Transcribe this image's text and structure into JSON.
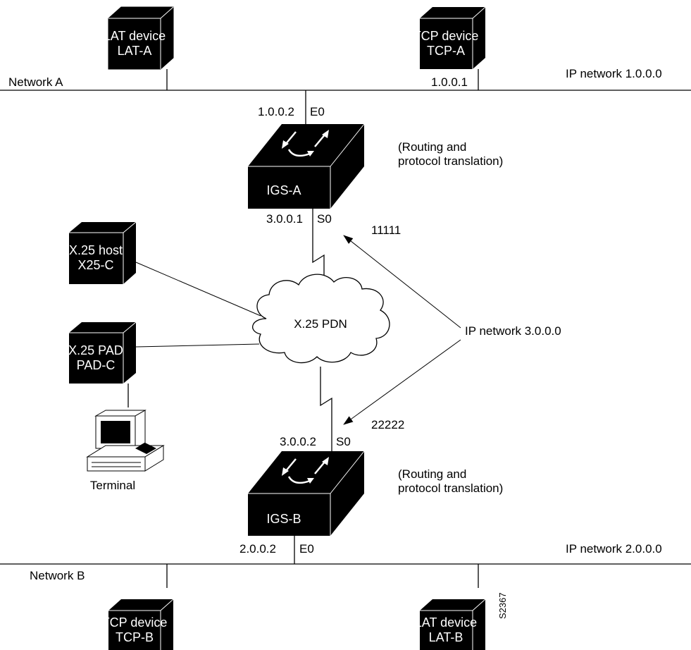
{
  "networks": {
    "network_a": {
      "label": "Network A",
      "ip_label": "IP network 1.0.0.0"
    },
    "network_b": {
      "label": "Network B",
      "ip_label": "IP network 2.0.0.0"
    },
    "network_3": {
      "ip_label": "IP network 3.0.0.0"
    }
  },
  "devices": {
    "lat_a": {
      "line1": "LAT device",
      "line2": "LAT-A"
    },
    "tcp_a": {
      "line1": "TCP device",
      "line2": "TCP-A",
      "address": "1.0.0.1"
    },
    "x25_host": {
      "line1": "X.25 host",
      "line2": "X25-C"
    },
    "x25_pad": {
      "line1": "X.25 PAD",
      "line2": "PAD-C"
    },
    "terminal": {
      "label": "Terminal"
    },
    "tcp_b": {
      "line1": "TCP device",
      "line2": "TCP-B"
    },
    "lat_b": {
      "line1": "LAT device",
      "line2": "LAT-B"
    }
  },
  "routers": {
    "igs_a": {
      "name": "IGS-A",
      "note_line1": "(Routing and",
      "note_line2": "protocol translation)",
      "e0_address": "1.0.0.2",
      "e0_label": "E0",
      "s0_address": "3.0.0.1",
      "s0_label": "S0",
      "x121": "11111"
    },
    "igs_b": {
      "name": "IGS-B",
      "note_line1": "(Routing and",
      "note_line2": "protocol translation)",
      "e0_address": "2.0.0.2",
      "e0_label": "E0",
      "s0_address": "3.0.0.2",
      "s0_label": "S0",
      "x121": "22222"
    }
  },
  "cloud": {
    "label": "X.25 PDN"
  },
  "figure_id": "S2367",
  "colors": {
    "device_fill": "#000000",
    "device_text": "#ffffff",
    "line": "#000000",
    "background": "#ffffff"
  }
}
